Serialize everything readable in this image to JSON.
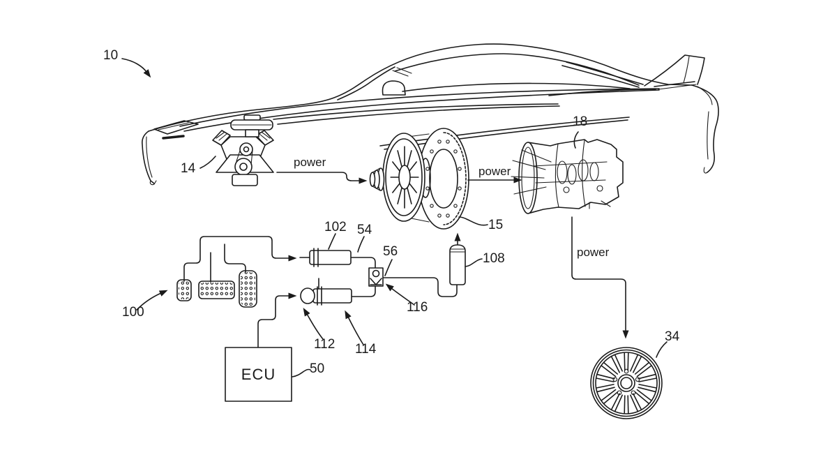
{
  "figure": {
    "kind": "patent-drawing",
    "ink_color": "#1b1b1b",
    "paper_color": "#ffffff",
    "reference_labels": {
      "vehicle": "10",
      "engine": "14",
      "clutch": "15",
      "transmission": "18",
      "wheel": "34",
      "ecu": "50",
      "clutch_line": "54",
      "supply_line": "56",
      "pedal_assembly": "100",
      "upper_cylinder": "102",
      "reservoir": "108",
      "actuator": "112",
      "lower_cylinder": "114",
      "valve": "116"
    },
    "texts": {
      "ecu_box": "ECU",
      "power_engine_to_clutch": "power",
      "power_clutch_to_transmission": "power",
      "power_transmission_to_wheel": "power"
    }
  }
}
